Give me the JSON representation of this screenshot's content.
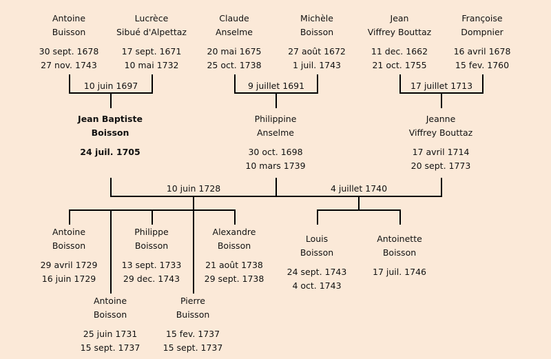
{
  "grandparents": [
    {
      "first": "Antoine",
      "last": "Buisson",
      "birth": "30 sept. 1678",
      "death": "27 nov. 1743"
    },
    {
      "first": "Lucrèce",
      "last": "Sibué d'Alpettaz",
      "birth": "17 sept. 1671",
      "death": "10 mai 1732"
    },
    {
      "first": "Claude",
      "last": "Anselme",
      "birth": "20 mai 1675",
      "death": "25 oct. 1738"
    },
    {
      "first": "Michèle",
      "last": "Boisson",
      "birth": "27 août 1672",
      "death": "1 juil. 1743"
    },
    {
      "first": "Jean",
      "last": "Viffrey Bouttaz",
      "birth": "11 dec. 1662",
      "death": "21 oct. 1755"
    },
    {
      "first": "Françoise",
      "last": "Dompnier",
      "birth": "16 avril 1678",
      "death": "15 fev. 1760"
    }
  ],
  "grandparent_marriages": [
    "10 juin 1697",
    "9 juillet 1691",
    "17 juillet 1713"
  ],
  "parents": [
    {
      "first": "Jean Baptiste",
      "last": "Boisson",
      "birth": "24 juil. 1705"
    },
    {
      "first": "Philippine",
      "last": "Anselme",
      "birth": "30 oct. 1698",
      "death": "10 mars 1739"
    },
    {
      "first": "Jeanne",
      "last": "Viffrey Bouttaz",
      "birth": "17 avril 1714",
      "death": "20 sept. 1773"
    }
  ],
  "parent_marriages": [
    "10 juin 1728",
    "4 juillet 1740"
  ],
  "children": [
    {
      "first": "Antoine",
      "last": "Boisson",
      "birth": "29 avril 1729",
      "death": "16 juin 1729"
    },
    {
      "first": "Philippe",
      "last": "Boisson",
      "birth": "13 sept. 1733",
      "death": "29 dec. 1743"
    },
    {
      "first": "Alexandre",
      "last": "Boisson",
      "birth": "21 août 1738",
      "death": "29 sept. 1738"
    },
    {
      "first": "Antoine",
      "last": "Boisson",
      "birth": "25 juin 1731",
      "death": "15 sept. 1737"
    },
    {
      "first": "Pierre",
      "last": "Buisson",
      "birth": "15 fev. 1737",
      "death": "15 sept. 1737"
    },
    {
      "first": "Louis",
      "last": "Boisson",
      "birth": "24 sept. 1743",
      "death": "4 oct. 1743"
    },
    {
      "first": "Antoinette",
      "last": "Boisson",
      "birth": "17 juil. 1746"
    }
  ]
}
